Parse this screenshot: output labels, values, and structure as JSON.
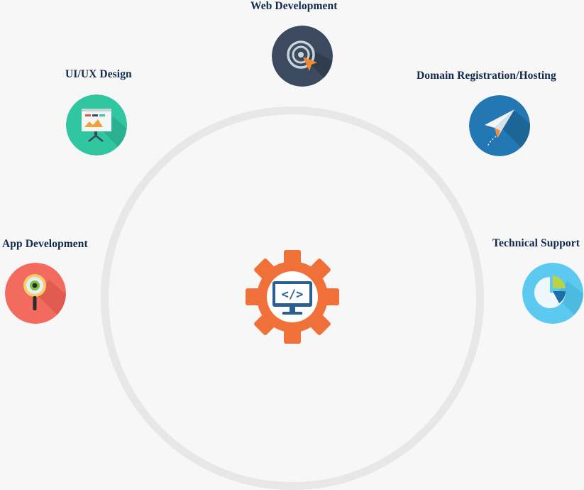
{
  "services": {
    "web_development": {
      "label": "Web Development",
      "icon": "target-cursor-icon"
    },
    "ui_ux_design": {
      "label": "UI/UX Design",
      "icon": "presentation-board-icon"
    },
    "domain_registration_hosting": {
      "label": "Domain Registration/Hosting",
      "icon": "paper-plane-icon"
    },
    "app_development": {
      "label": "App Development",
      "icon": "magnifier-eye-icon"
    },
    "technical_support": {
      "label": "Technical Support",
      "icon": "pie-chart-icon"
    }
  },
  "center": {
    "icon": "gear-code-monitor-icon"
  },
  "colors": {
    "heading": "#0f2a4a",
    "ring": "#e7e7e7",
    "gear": "#f0703a",
    "web": "#3b4a5e",
    "uiux": "#2fc6a0",
    "domain": "#2377b3",
    "app": "#f36a5e",
    "support": "#5cc9f0"
  }
}
